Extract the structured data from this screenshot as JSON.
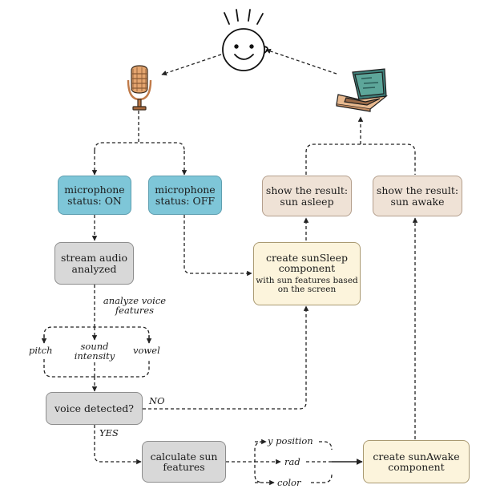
{
  "nodes": {
    "mic_on": "microphone status: ON",
    "mic_off": "microphone status: OFF",
    "stream_audio": "stream audio analyzed",
    "voice_detected": "voice detected?",
    "calc_features": "calculate sun features",
    "sleep_result": "show the result: sun asleep",
    "awake_result": "show the result: sun awake",
    "sleep_component_title": "create sunSleep component",
    "sleep_component_sub": "with sun features based on the screen",
    "awake_component": "create sunAwake component"
  },
  "labels": {
    "analyze": "analyze voice features",
    "pitch": "pitch",
    "intensity": "sound intensity",
    "vowel": "vowel",
    "no": "NO",
    "yes": "YES",
    "y_position": "y position",
    "rad": "rad",
    "color": "color"
  },
  "icons": [
    "face-icon",
    "microphone-icon",
    "laptop-icon"
  ],
  "colors": {
    "mic_boxes": "#7ec6d8",
    "gray_boxes": "#d8d8d8",
    "result_boxes": "#efe2d6",
    "component_boxes": "#fcf4dc"
  }
}
